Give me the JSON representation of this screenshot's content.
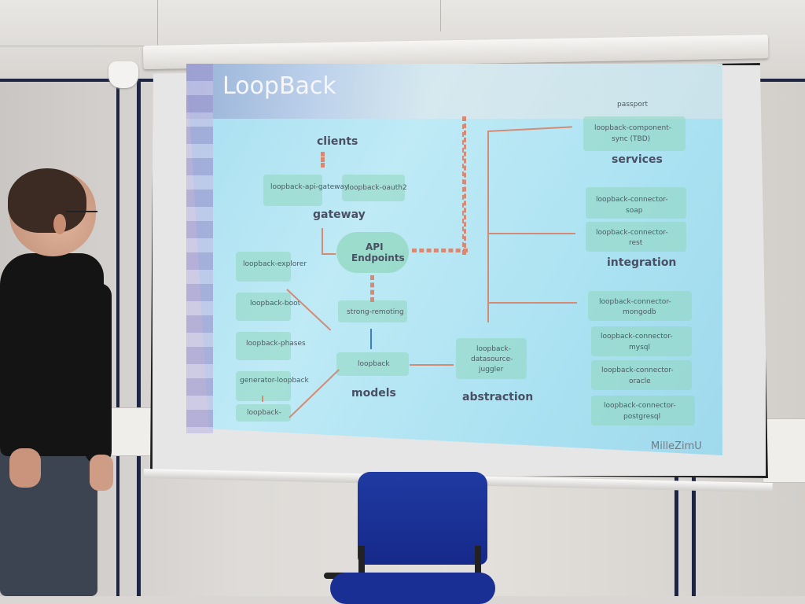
{
  "slide": {
    "title": "LoopBack",
    "watermark": "MilleZimU",
    "sections": {
      "clients": "clients",
      "gateway": "gateway",
      "api_endpoints": [
        "API",
        "Endpoints"
      ],
      "models": "models",
      "abstraction": "abstraction",
      "services": "services",
      "integration": "integration"
    },
    "left_modules": [
      "loopback-explorer",
      "loopback-boot",
      "loopback-phases",
      "generator-loopback",
      "loopback-"
    ],
    "gateway_modules": [
      "loopback-api-gateway",
      "loopback-oauth2"
    ],
    "center_modules": [
      "strong-remoting",
      "loopback"
    ],
    "abstraction_module": [
      "loopback-",
      "datasource-",
      "juggler"
    ],
    "service_modules": [
      "passport",
      "loopback-component-",
      "sync (TBD)"
    ],
    "integration_modules": [
      "loopback-connector-",
      "soap",
      "loopback-connector-",
      "rest"
    ],
    "connector_modules": [
      "loopback-connector-",
      "mongodb",
      "loopback-connector-",
      "mysql",
      "loopback-connector-",
      "oracle",
      "loopback-connector-",
      "postgresql"
    ]
  },
  "colors": {
    "slide_bg": "#abe2f2",
    "arrow": "#d48a74",
    "box": "#90d7bd",
    "chair": "#1f3aa2"
  }
}
